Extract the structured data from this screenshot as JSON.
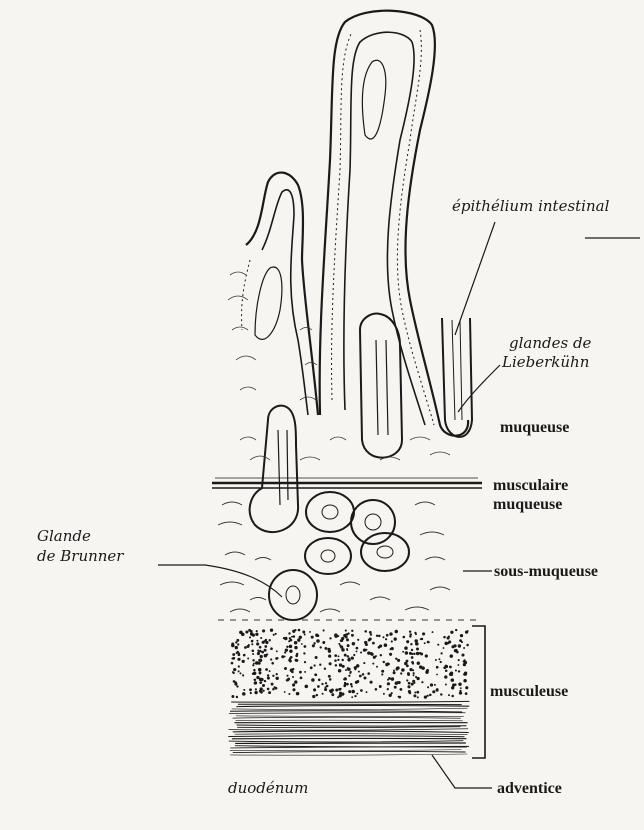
{
  "labels": {
    "epithelium": "épithélium intestinal",
    "lieberkuhn_line1": "glandes de",
    "lieberkuhn_line2": "Lieberkühn",
    "muqueuse": "muqueuse",
    "musculaire_line1": "musculaire",
    "musculaire_line2": "muqueuse",
    "brunner_line1": "Glande",
    "brunner_line2": "de Brunner",
    "sous_muqueuse": "sous-muqueuse",
    "musculeuse": "musculeuse",
    "duodenum": "duodénum",
    "adventice": "adventice"
  }
}
